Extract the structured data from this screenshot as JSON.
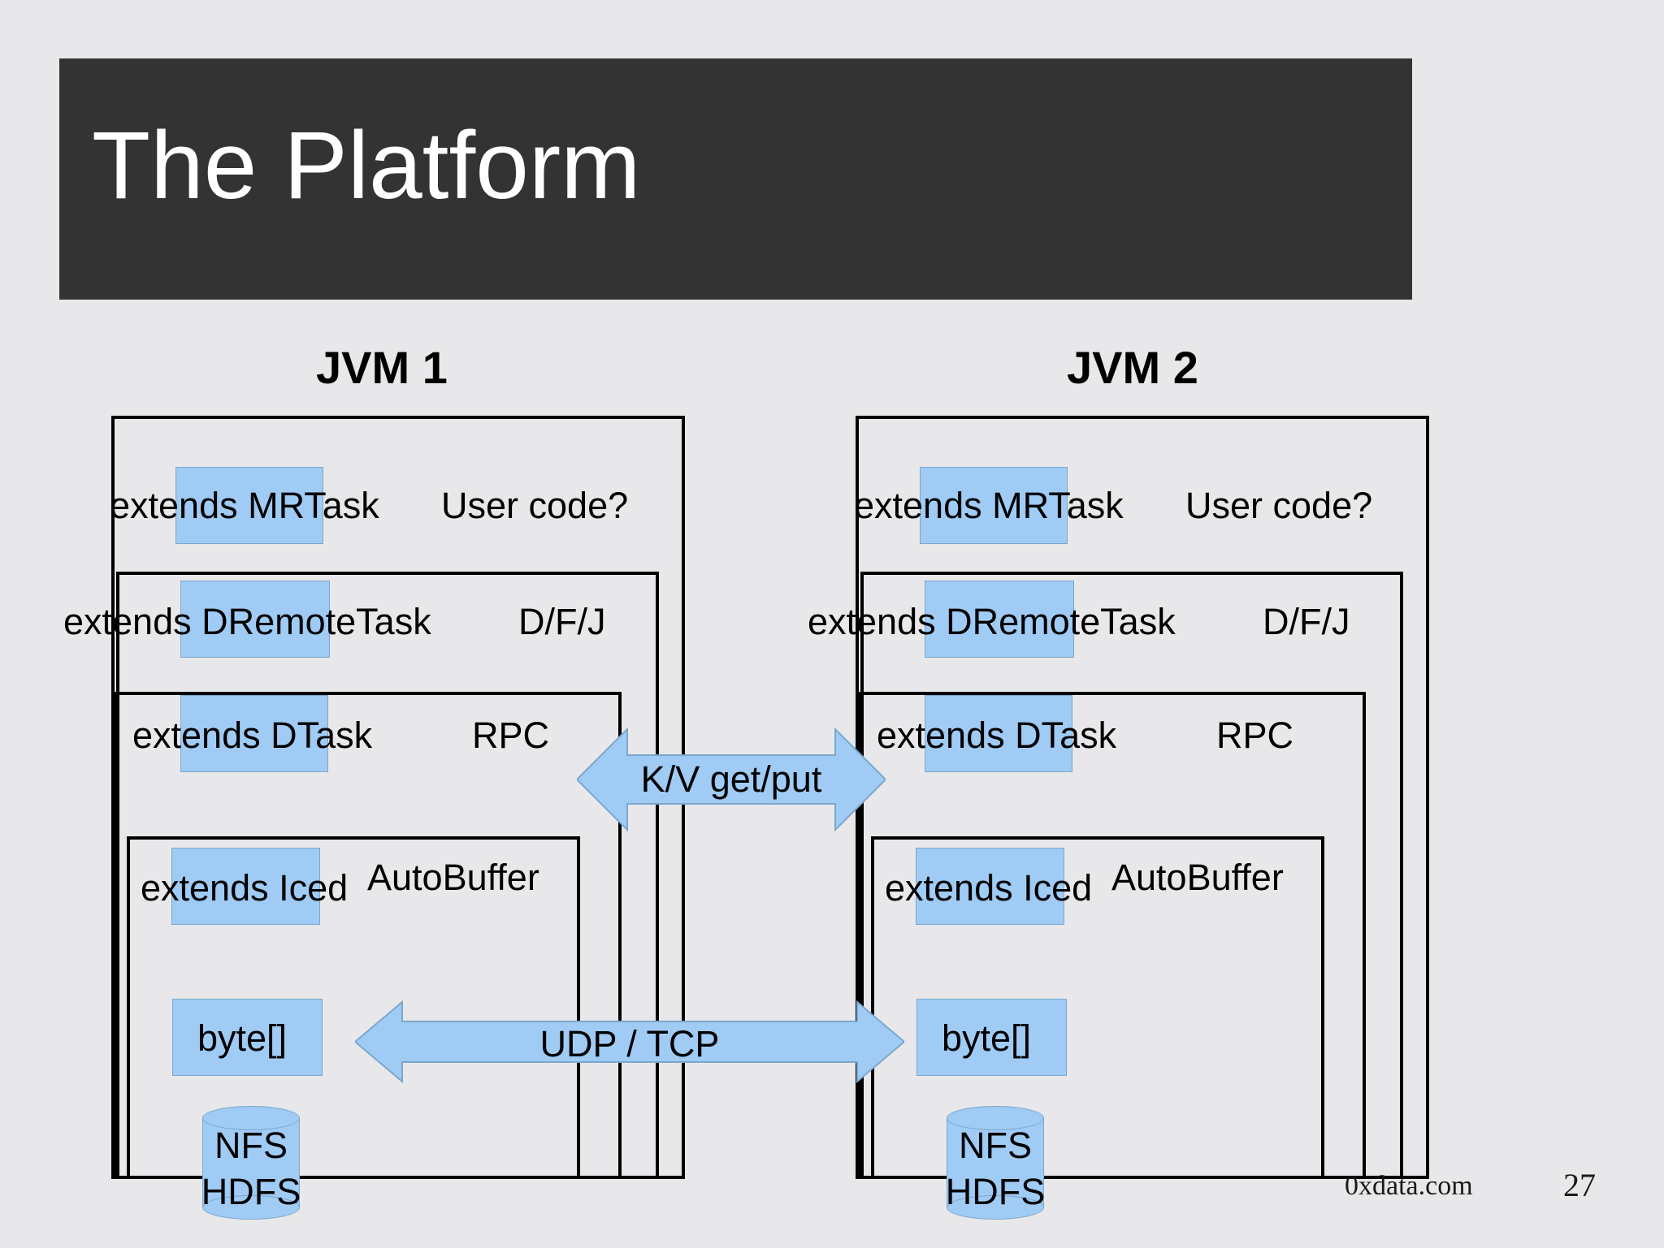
{
  "slide": {
    "title": "The Platform",
    "title_bg": "#333333",
    "background": "#e8e8ea",
    "accent_blue": "#9fcbf5"
  },
  "footer": {
    "brand": "0xdata.com",
    "page_number": "27"
  },
  "jvms": [
    {
      "label": "JVM 1",
      "layers": [
        {
          "name": "User code?",
          "chip": "extends MRTask"
        },
        {
          "name": "D/F/J",
          "chip": "extends DRemoteTask"
        },
        {
          "name": "RPC",
          "chip": "extends DTask"
        },
        {
          "name": "AutoBuffer",
          "chip": "extends Iced"
        }
      ],
      "byte_array": "byte[]",
      "storage": {
        "line1": "NFS",
        "line2": "HDFS"
      }
    },
    {
      "label": "JVM 2",
      "layers": [
        {
          "name": "User code?",
          "chip": "extends MRTask"
        },
        {
          "name": "D/F/J",
          "chip": "extends DRemoteTask"
        },
        {
          "name": "RPC",
          "chip": "extends DTask"
        },
        {
          "name": "AutoBuffer",
          "chip": "extends Iced"
        }
      ],
      "byte_array": "byte[]",
      "storage": {
        "line1": "NFS",
        "line2": "HDFS"
      }
    }
  ],
  "arrows": [
    {
      "label": "K/V get/put"
    },
    {
      "label": "UDP / TCP"
    }
  ]
}
